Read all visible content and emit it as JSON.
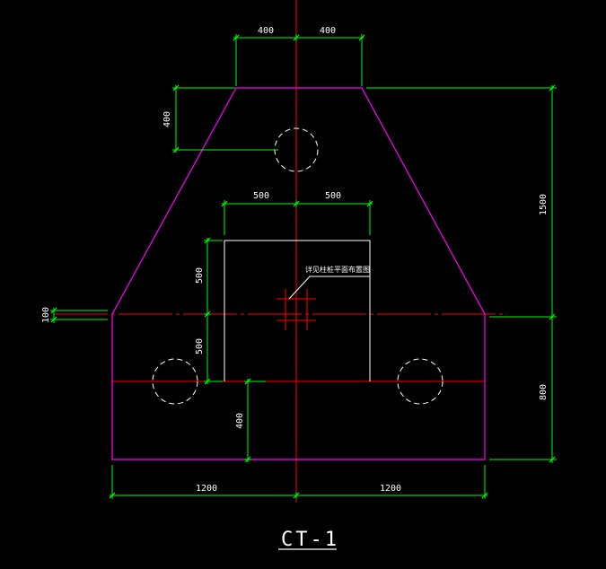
{
  "drawing": {
    "title": "CT-1",
    "note": "详见柱桩平面布置图",
    "colors": {
      "background": "#000000",
      "outline": "#ff00ff",
      "dimension": "#00ff00",
      "axis": "#ff0000",
      "column": "#ffffff",
      "pile": "#ffffff",
      "text": "#ffffff"
    },
    "dimensions": {
      "top_left_half": "400",
      "top_right_half": "400",
      "top_depth": "400",
      "total_height_upper": "1500",
      "column_left_half": "500",
      "column_right_half": "500",
      "column_upper": "500",
      "column_lower": "500",
      "left_offset": "100",
      "lower_left": "400",
      "lower_height": "800",
      "bottom_left": "1200",
      "bottom_right": "1200"
    }
  }
}
